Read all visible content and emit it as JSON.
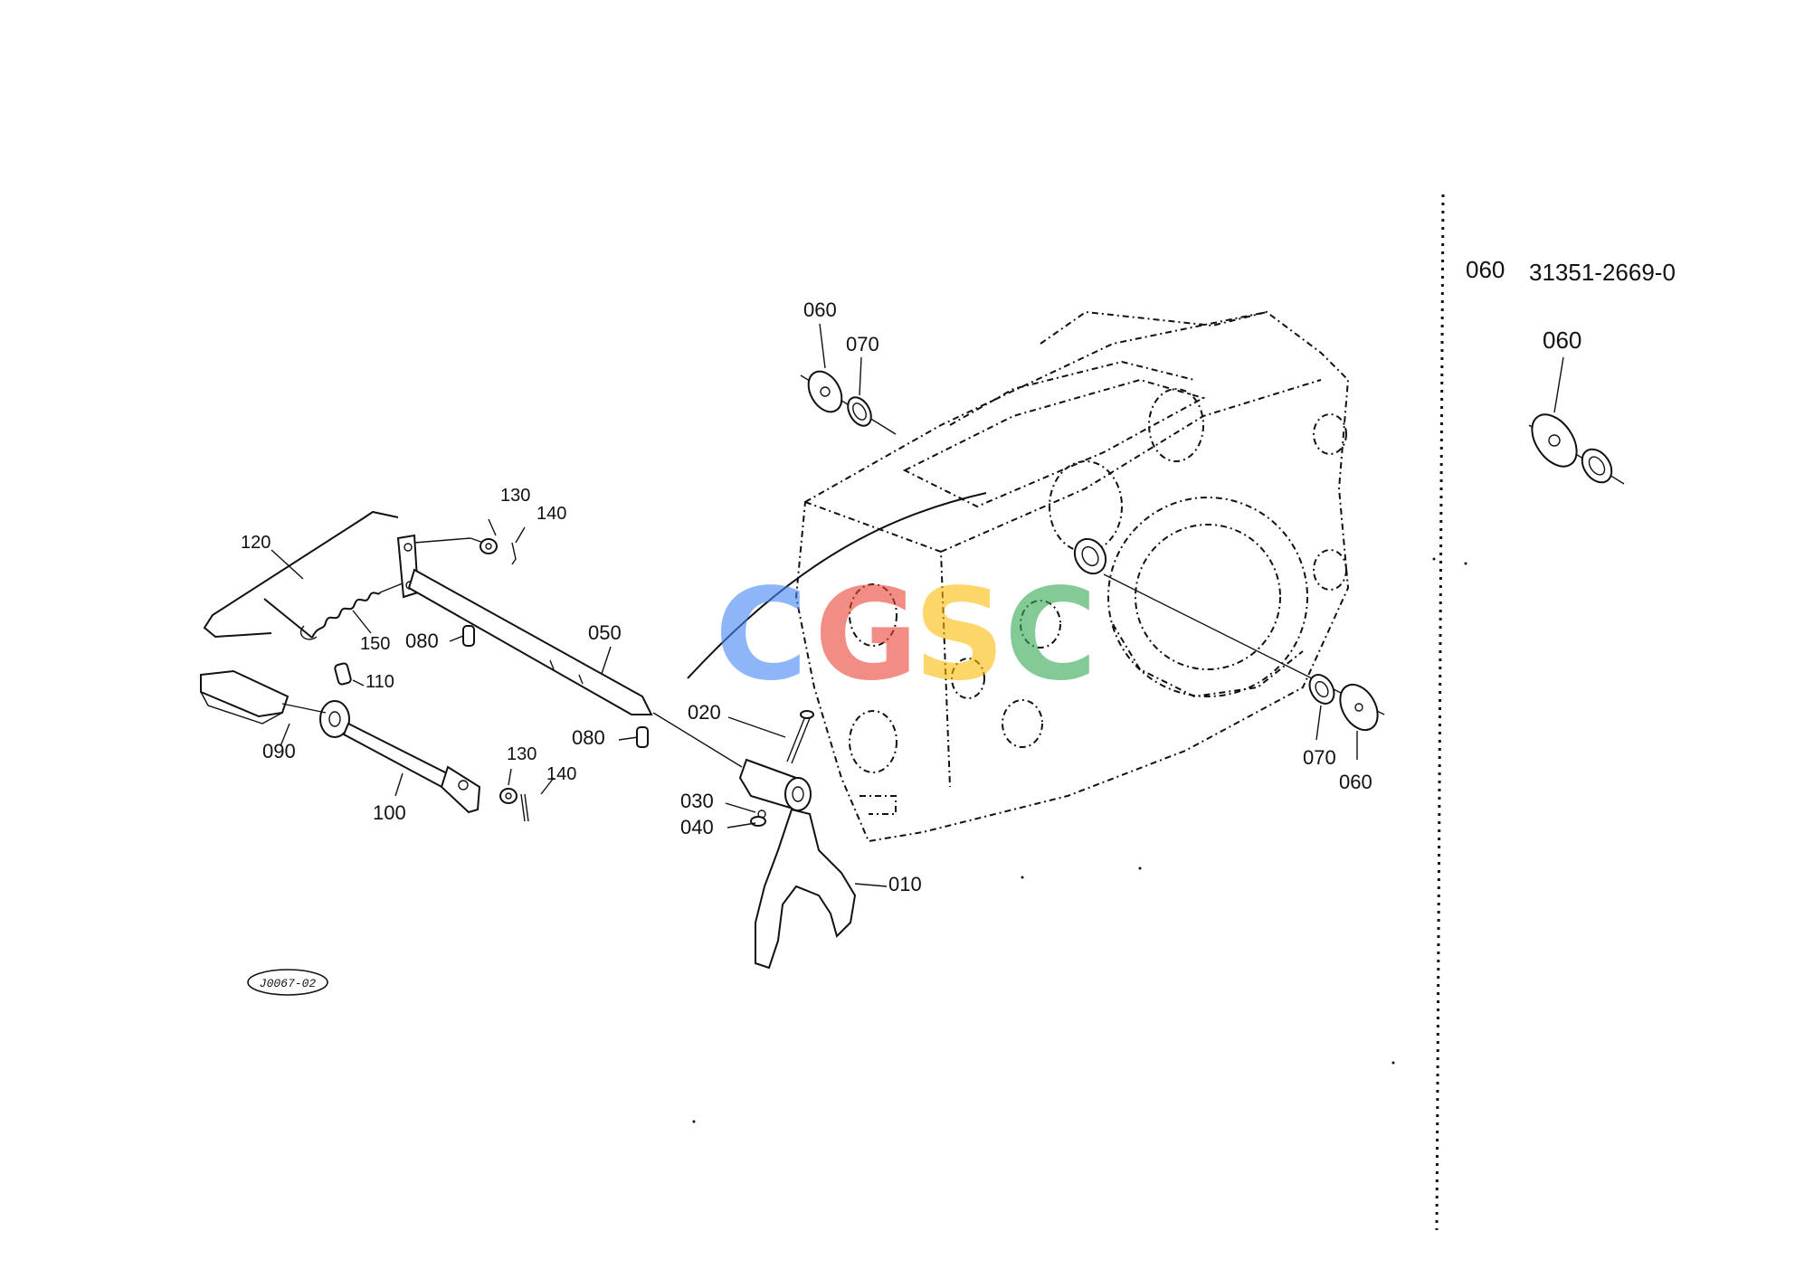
{
  "callouts": {
    "p010": "010",
    "p020": "020",
    "p030": "030",
    "p040": "040",
    "p050": "050",
    "p060_top": "060",
    "p070_top": "070",
    "p060_right": "060",
    "p070_right": "070",
    "p080_a": "080",
    "p080_b": "080",
    "p090": "090",
    "p100": "100",
    "p110": "110",
    "p120": "120",
    "p130_a": "130",
    "p140_a": "140",
    "p130_b": "130",
    "p140_b": "140",
    "p150": "150"
  },
  "side_panel": {
    "ref_number": "060",
    "part_number": "31351-2669-0",
    "detail_label": "060"
  },
  "drawing_code": "J0067-02",
  "watermark": {
    "letters": [
      "C",
      "G",
      "S",
      "C"
    ],
    "colors": [
      "#4285F4",
      "#EA4335",
      "#FBBC05",
      "#34A853"
    ]
  }
}
